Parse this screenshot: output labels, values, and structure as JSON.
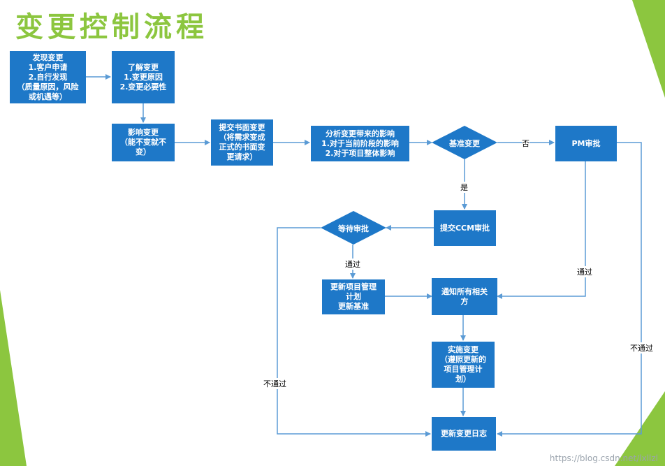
{
  "title": "变更控制流程",
  "nodes": {
    "discover": [
      "发现变更",
      "1.客户申请",
      "2.自行发现",
      "（质量原因，风险",
      "或机遇等）"
    ],
    "understand": [
      "了解变更",
      "1.变更原因",
      "2.变更必要性"
    ],
    "impact": [
      "影响变更",
      "（能不变就不",
      "变）"
    ],
    "submit_written": [
      "提交书面变更",
      "（将需求变成",
      "正式的书面变",
      "更请求）"
    ],
    "analyze": [
      "分析变更带来的影响",
      "1.对于当前阶段的影响",
      "2.对于项目整体影响"
    ],
    "baseline": "基准变更",
    "pm_approval": "PM审批",
    "submit_ccm": "提交CCM审批",
    "wait_approval": "等待审批",
    "update_plan": [
      "更新项目管理",
      "计划",
      "更新基准"
    ],
    "notify": [
      "通知所有相关",
      "方"
    ],
    "implement": [
      "实施变更",
      "（遵照更新的",
      "项目管理计",
      "划）"
    ],
    "update_log": "更新变更日志"
  },
  "edge_labels": {
    "no": "否",
    "yes": "是",
    "pass_wait": "通过",
    "pass_pm": "通过",
    "fail_wait": "不通过",
    "fail_pm": "不通过"
  },
  "watermark": "https://blog.csdn.net/lxllzl",
  "colors": {
    "box": "#1e78c8",
    "title": "#8cc63f",
    "line": "#5b9bd5",
    "accent_green": "#8cc63f"
  }
}
